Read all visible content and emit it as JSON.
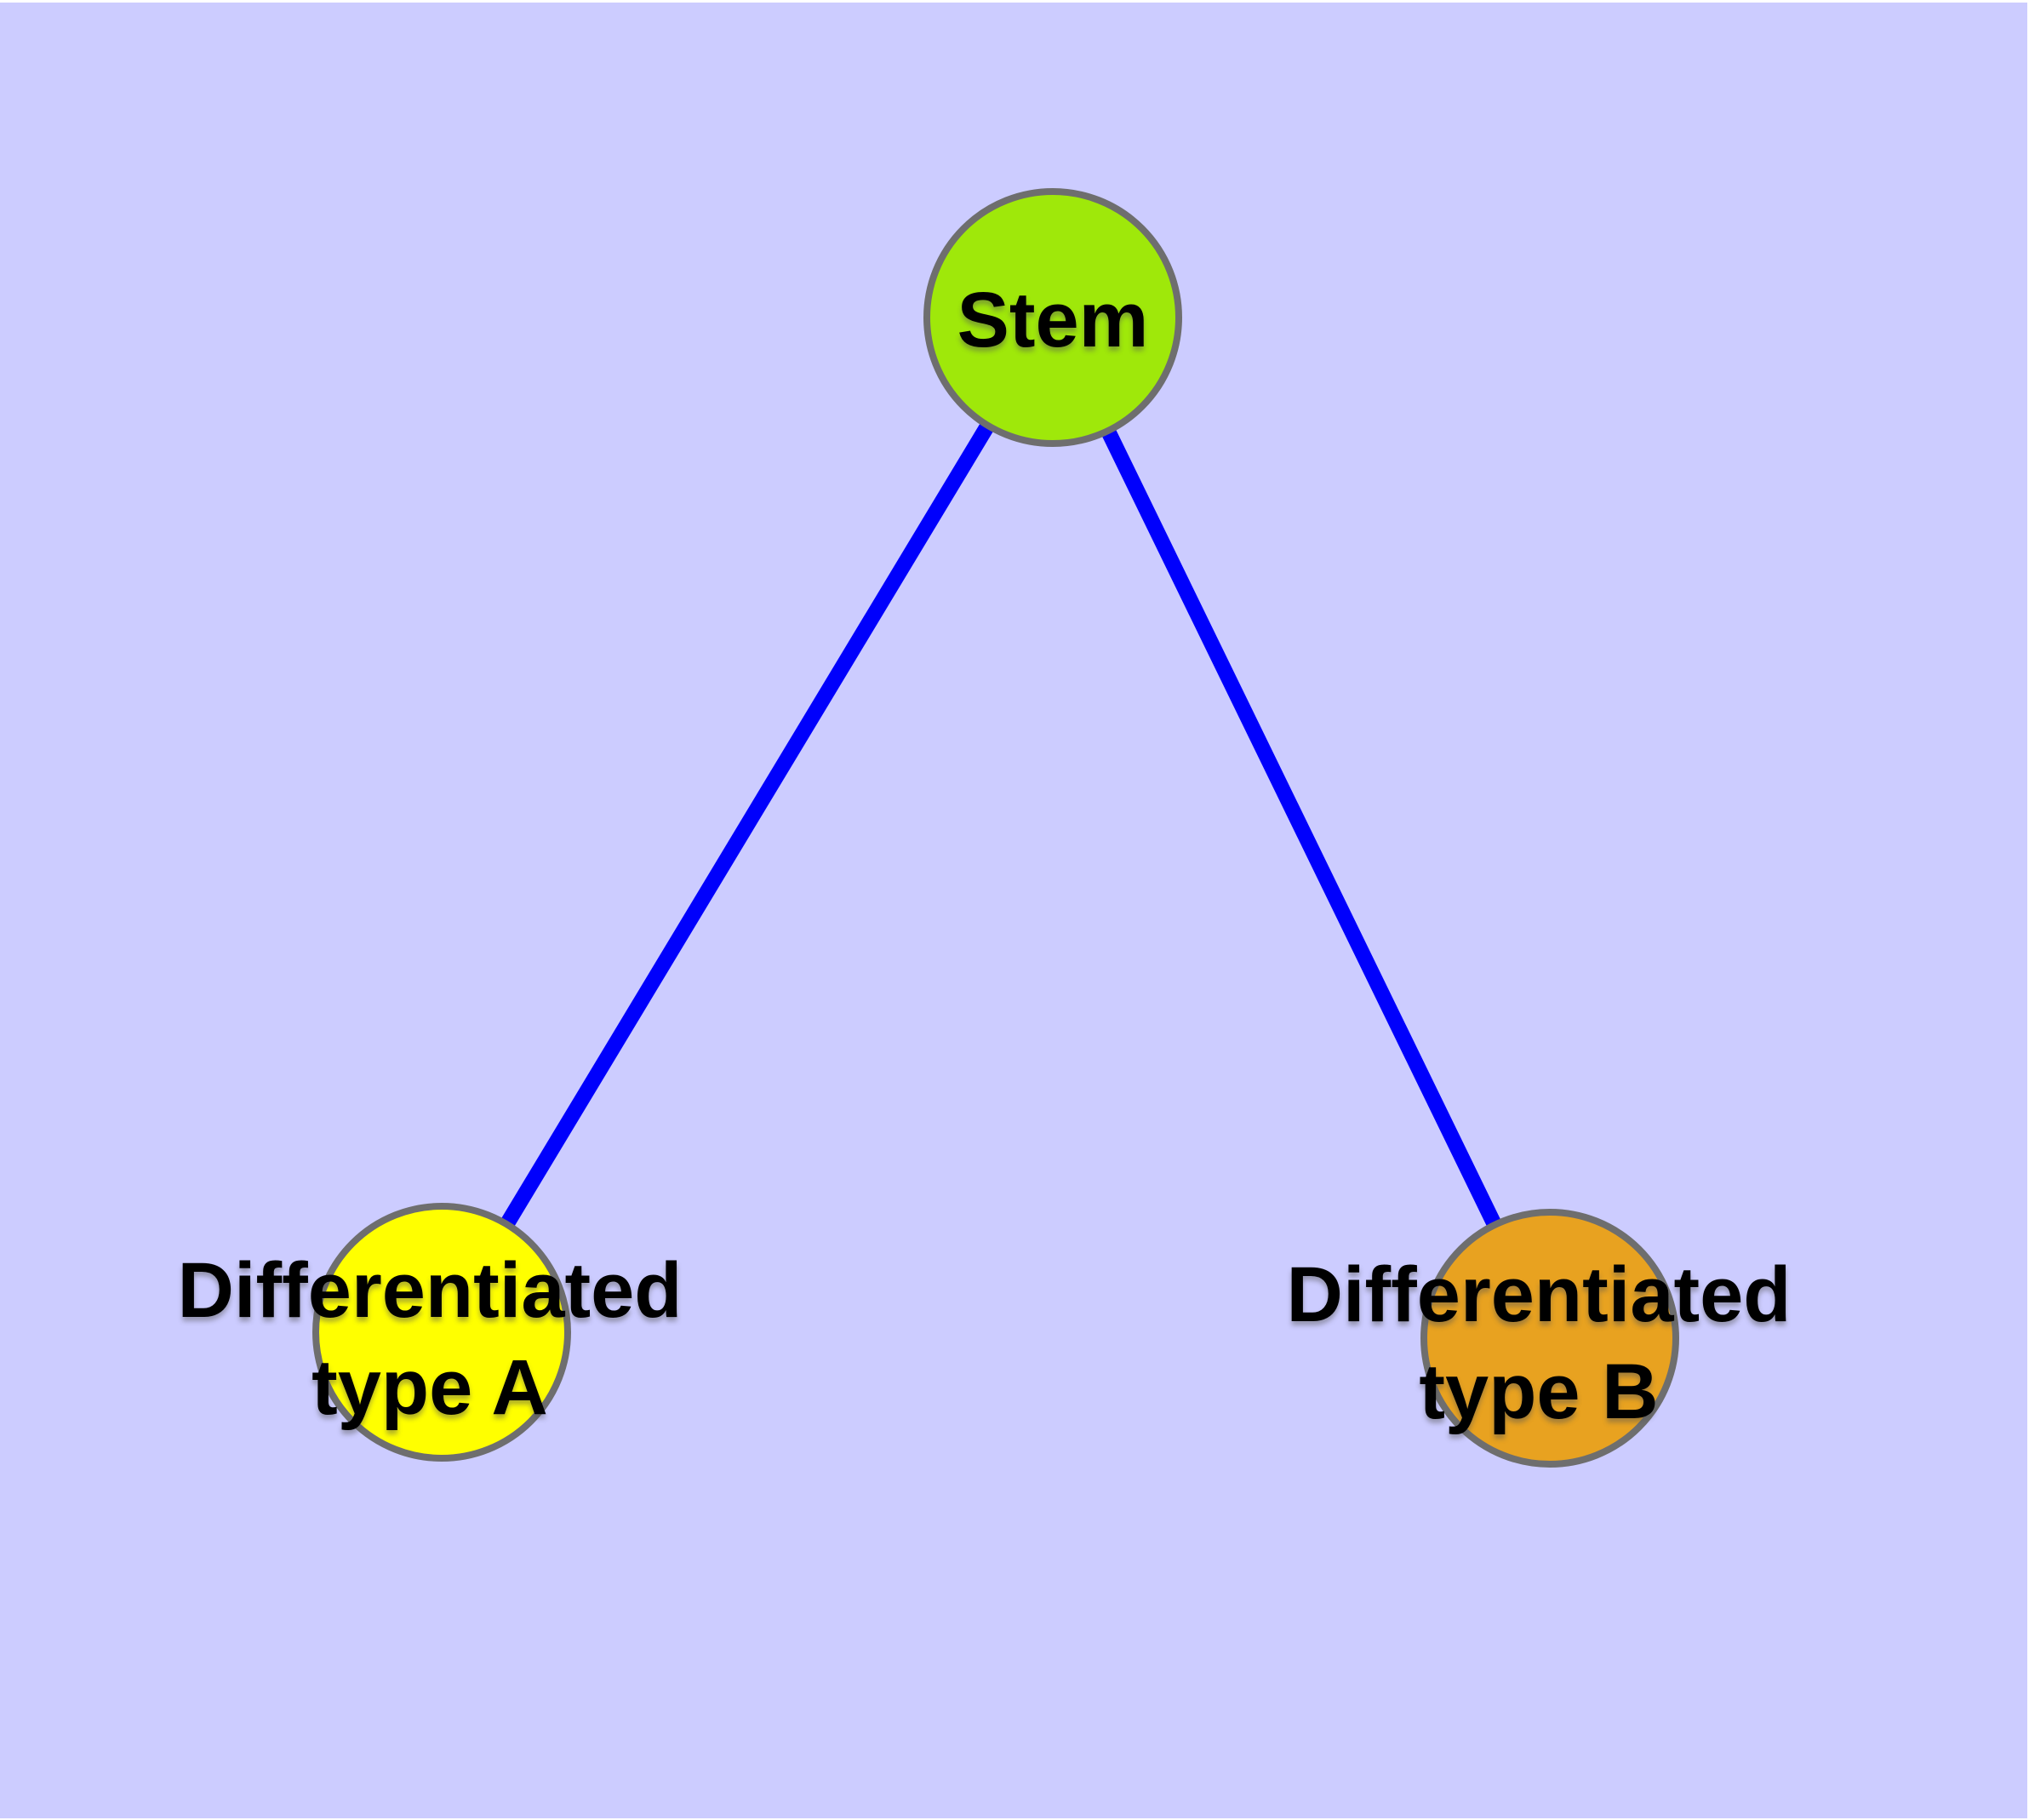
{
  "diagram": {
    "background_color": "#CCCCFF",
    "frame_color": "#FFFFFF",
    "node_border_color": "#6E6E6E",
    "edge_color": "#0000FC",
    "label_color": "#000000",
    "nodes": [
      {
        "id": "stem",
        "label": "Stem",
        "color": "#9FE80A"
      },
      {
        "id": "type-a",
        "label": "Differentiated\ntype A",
        "color": "#FFFF00"
      },
      {
        "id": "type-b",
        "label": "Differentiated\ntype B",
        "color": "#E8A220"
      }
    ],
    "edges": [
      {
        "from": "stem",
        "to": "type-a"
      },
      {
        "from": "stem",
        "to": "type-b"
      }
    ]
  }
}
